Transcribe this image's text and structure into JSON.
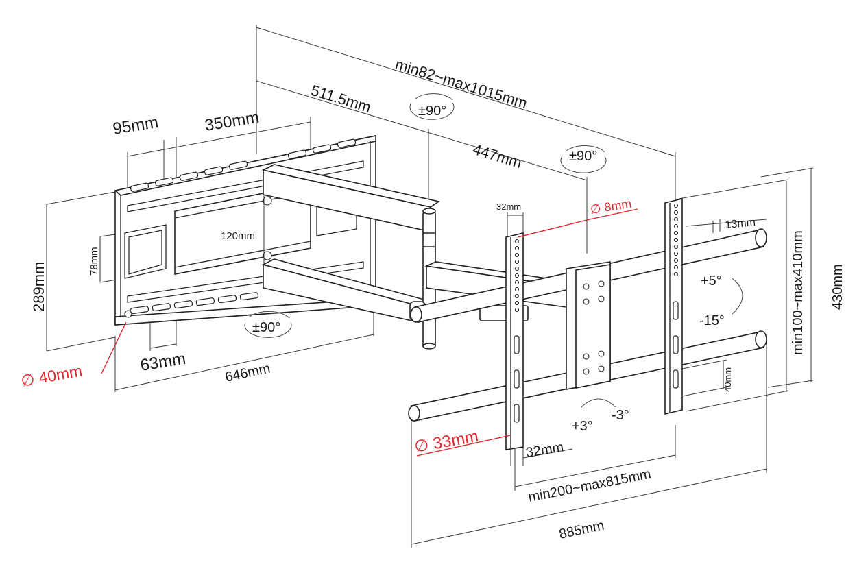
{
  "diagram": {
    "labels": {
      "total_reach": "min82~max1015mm",
      "arm_long": "511.5mm",
      "arm_short": "447mm",
      "wall_spacing_95": "95mm",
      "wall_spacing_350": "350mm",
      "wall_height": "289mm",
      "wall_hole_vertical": "78mm",
      "wall_center": "120mm",
      "wall_slot_63": "63mm",
      "wall_width": "646mm",
      "wall_hole_dia": "∅ 40mm",
      "swivel_top": "±90°",
      "swivel_mid": "±90°",
      "swivel_bottom": "±90°",
      "bracket_width_top": "32mm",
      "bracket_width_bottom": "32mm",
      "bracket_hole_dia": "∅ 8mm",
      "rail_hole_dia": "∅ 33mm",
      "rail_slot_13": "13mm",
      "rail_slot_40": "40mm",
      "vesa_vertical": "min100~max410mm",
      "frame_height": "430mm",
      "tilt_up": "+5°",
      "tilt_down": "-15°",
      "level_plus": "+3°",
      "level_minus": "-3°",
      "vesa_horizontal": "min200~max815mm",
      "frame_width": "885mm"
    }
  }
}
